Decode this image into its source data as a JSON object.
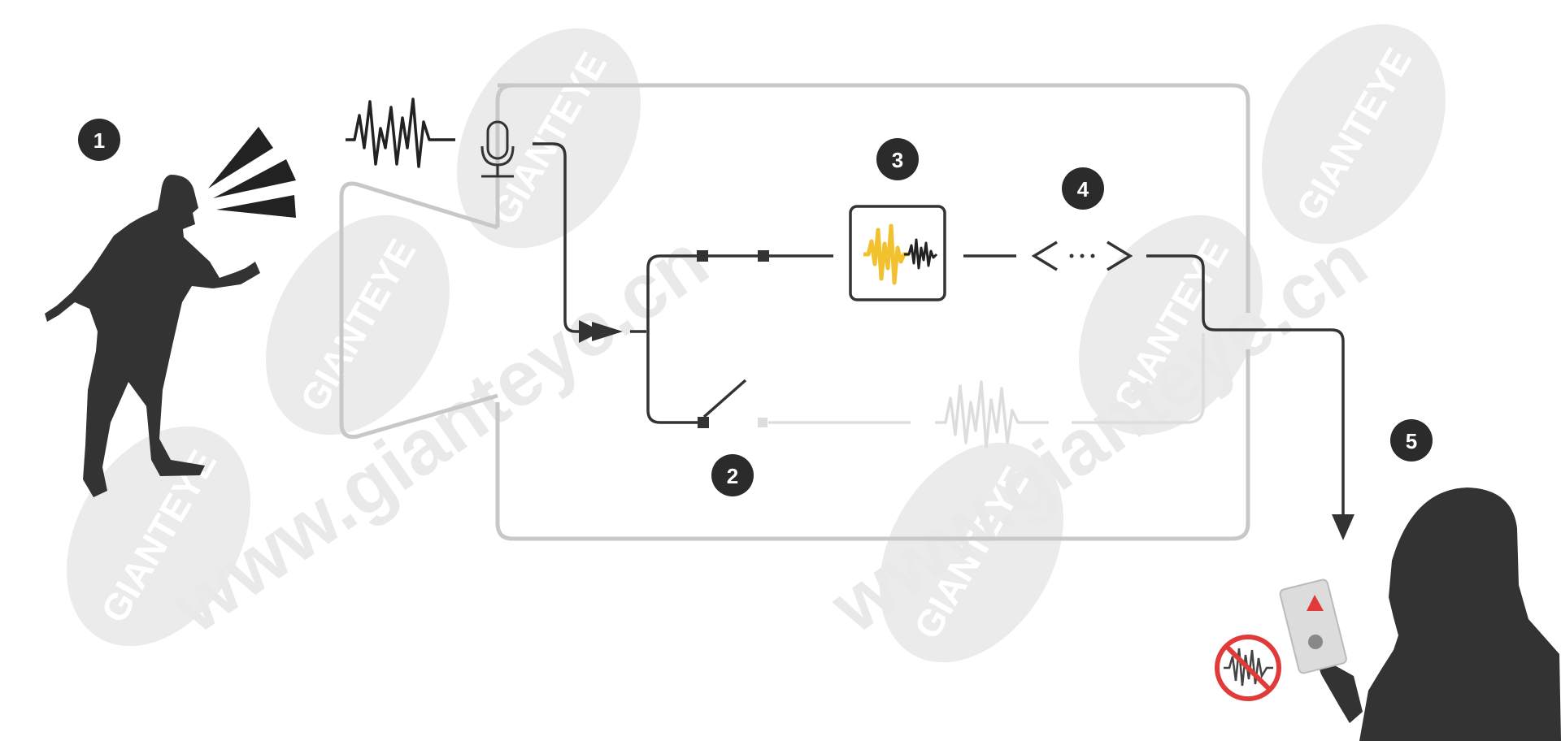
{
  "markers": [
    "1",
    "2",
    "3",
    "4",
    "5"
  ],
  "watermark": {
    "brand": "GIANTEYE",
    "url": "www.gianteye.cn"
  },
  "colors": {
    "frame": "#c8c8c8",
    "line": "#333333",
    "marker_bg": "#2b2b2b",
    "highlight_wave": "#f2c12e",
    "faded": "#dddddd",
    "prohibition": "#e03a3a",
    "watermark_disc": "#ebebeb"
  },
  "icons": {
    "speaker": "shouting-man-silhouette",
    "microphone": "microphone-icon",
    "analytics": "audio-analytics-icon",
    "code": "code-brackets-icon",
    "switch": "switch-icon",
    "receiver": "woman-with-phone-silhouette",
    "alert": "warning-triangle-icon",
    "blocked": "no-audio-icon"
  }
}
